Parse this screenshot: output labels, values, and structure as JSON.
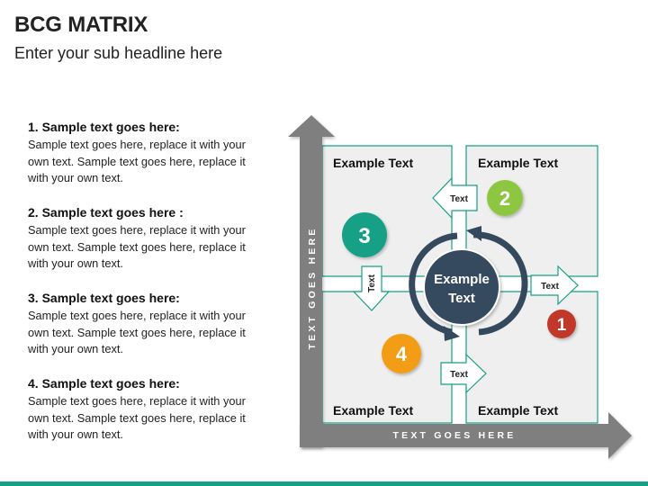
{
  "header": {
    "title": "BCG MATRIX",
    "subtitle": "Enter your sub headline here"
  },
  "points": [
    {
      "heading": "1. Sample text goes here:",
      "body": "Sample text goes here, replace it with your own text. Sample text goes here, replace it with your own text."
    },
    {
      "heading": "2. Sample text goes here :",
      "body": "Sample text goes here, replace it with your own text. Sample text goes here, replace it with your own text."
    },
    {
      "heading": "3. Sample text goes here:",
      "body": "Sample text goes here, replace it with your own text. Sample text goes here, replace it with your own text."
    },
    {
      "heading": "4. Sample text goes here:",
      "body": "Sample text goes here, replace it with your own text. Sample text goes here, replace it with your own text."
    }
  ],
  "matrix": {
    "y_axis_label": "TEXT GOES HERE",
    "x_axis_label": "TEXT GOES HERE",
    "quadrants": {
      "top_left": "Example Text",
      "top_right": "Example Text",
      "bottom_left": "Example Text",
      "bottom_right": "Example Text"
    },
    "center_line1": "Example",
    "center_line2": "Text",
    "arrow_left_label": "Text",
    "arrow_down_label": "Text",
    "arrow_right_label": "Text",
    "arrow_bottom_label": "Text",
    "badges": [
      {
        "label": "1",
        "color": "#c0392b"
      },
      {
        "label": "2",
        "color": "#8dc63f"
      },
      {
        "label": "3",
        "color": "#16a085"
      },
      {
        "label": "4",
        "color": "#f39c12"
      }
    ]
  },
  "colors": {
    "accent": "#16a085",
    "axis": "#7f7f7f",
    "quadrant_fill": "#efefef",
    "center_fill": "#34495e"
  }
}
